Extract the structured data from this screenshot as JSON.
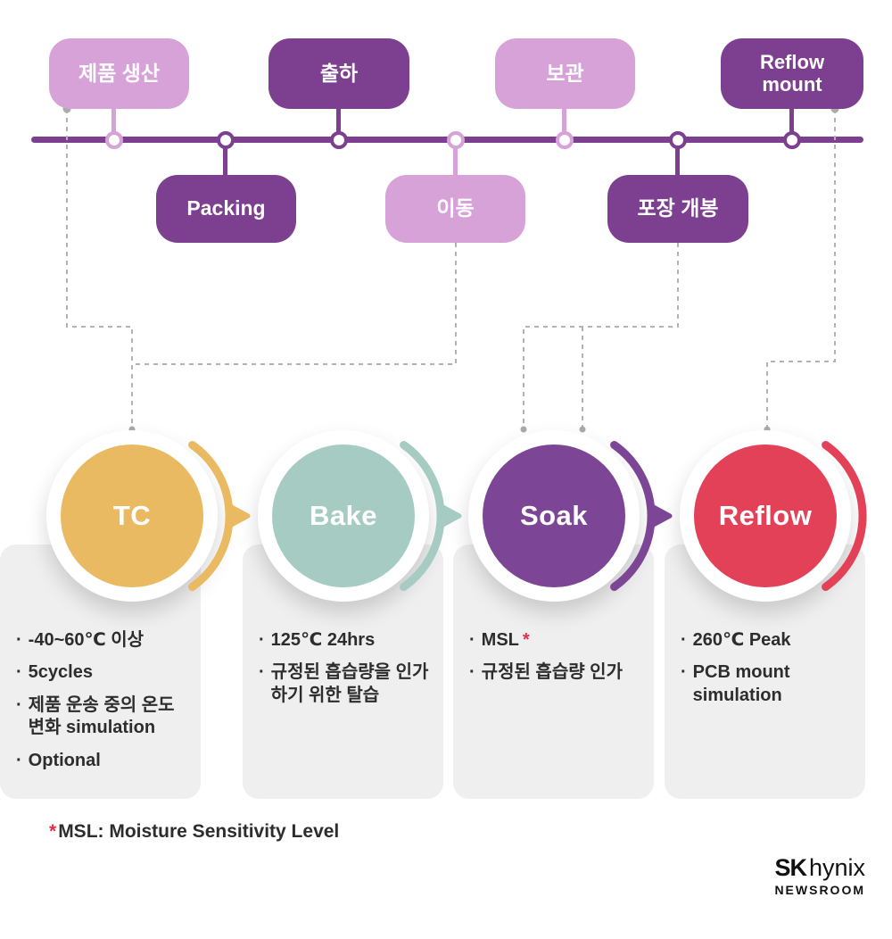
{
  "ui": {
    "bullet": "·"
  },
  "colors": {
    "timeline_line": "#7d3f8f",
    "pill_light": "#d6a2d8",
    "pill_dark": "#7d3f8f",
    "tc": "#eaba62",
    "bake": "#a6cbc3",
    "soak": "#7c4596",
    "reflow": "#e24158",
    "card_bg": "#efefef",
    "dash": "#b3b3b3",
    "footnote_star": "#e0304a"
  },
  "timeline": {
    "pills": [
      {
        "label": "제품 생산",
        "variant": "light"
      },
      {
        "label": "Packing",
        "variant": "dark"
      },
      {
        "label": "출하",
        "variant": "dark"
      },
      {
        "label": "이동",
        "variant": "light"
      },
      {
        "label": "보관",
        "variant": "light"
      },
      {
        "label": "포장 개봉",
        "variant": "dark"
      },
      {
        "label": "Reflow mount",
        "variant": "dark"
      }
    ]
  },
  "tests": [
    {
      "name": "TC",
      "color": "#eaba62",
      "bullets": [
        "-40~60℃ 이상",
        "5cycles",
        "제품 운송 중의 온도 변화 simulation",
        "Optional"
      ]
    },
    {
      "name": "Bake",
      "color": "#a6cbc3",
      "bullets": [
        "125℃ 24hrs",
        "규정된 흡습량을 인가하기 위한 탈습"
      ]
    },
    {
      "name": "Soak",
      "color": "#7c4596",
      "bullets": [
        "MSL",
        "규정된 흡습량 인가"
      ]
    },
    {
      "name": "Reflow",
      "color": "#e24158",
      "bullets": [
        "260℃ Peak",
        "PCB mount simulation"
      ]
    }
  ],
  "footnote": {
    "star": "*",
    "text": "MSL: Moisture Sensitivity Level"
  },
  "logo": {
    "sk": "SK",
    "hynix": "hynix",
    "newsroom": "NEWSROOM"
  }
}
